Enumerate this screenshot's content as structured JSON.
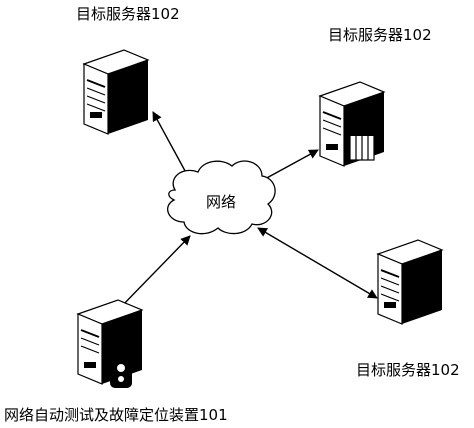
{
  "labels": {
    "server_top_left": "目标服务器102",
    "server_top_right": "目标服务器102",
    "server_bottom_right": "目标服务器102",
    "device": "网络自动测试及故障定位装置101",
    "network": "网络"
  }
}
